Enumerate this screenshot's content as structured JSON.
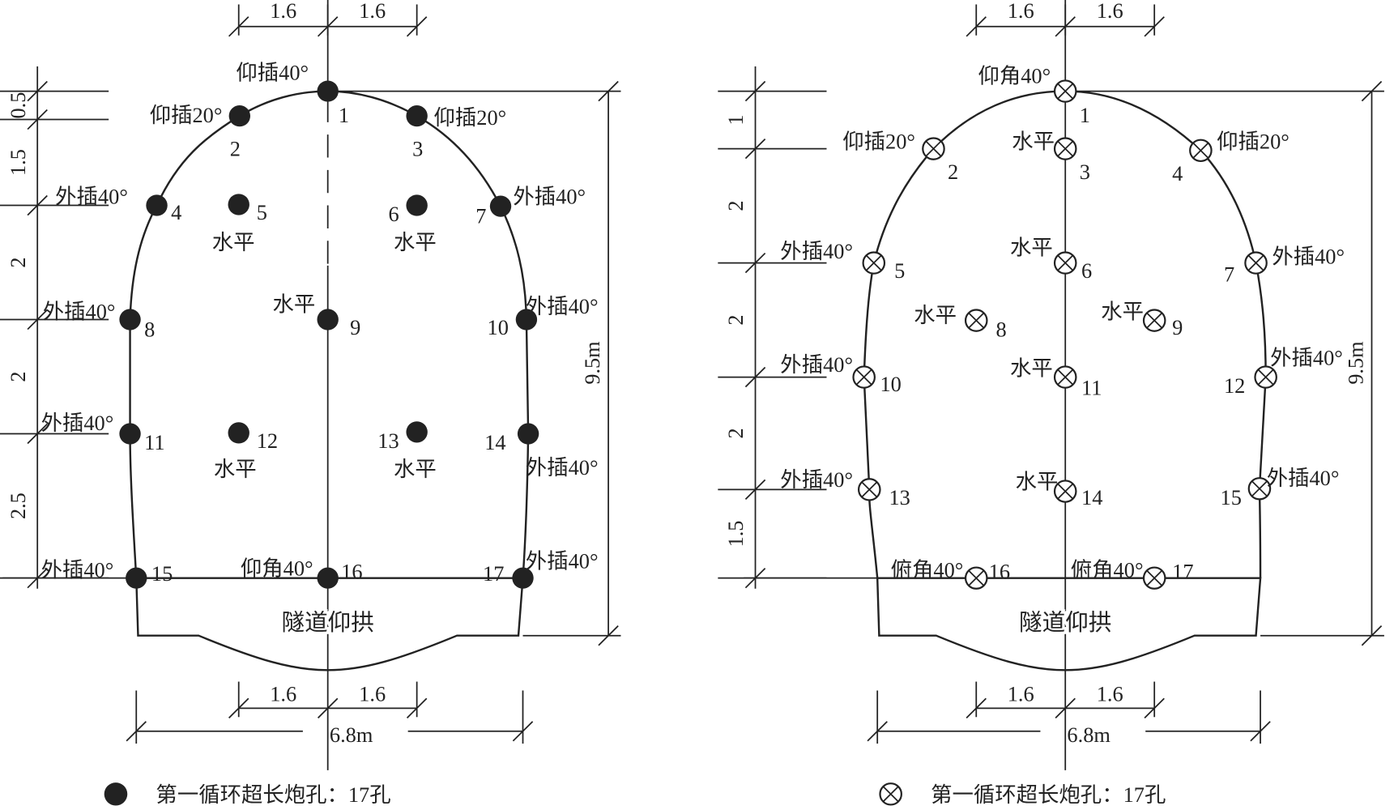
{
  "diagrams": [
    {
      "name": "left",
      "marker": "filled-circle",
      "holes": [
        {
          "n": "1",
          "label": "仰插40°"
        },
        {
          "n": "2",
          "label": "仰插20°"
        },
        {
          "n": "3",
          "label": "仰插20°"
        },
        {
          "n": "4",
          "label": "外插40°"
        },
        {
          "n": "5",
          "label": "水平"
        },
        {
          "n": "6",
          "label": "水平"
        },
        {
          "n": "7",
          "label": "外插40°"
        },
        {
          "n": "8",
          "label": "外插40°"
        },
        {
          "n": "9",
          "label": "水平"
        },
        {
          "n": "10",
          "label": "外插40°"
        },
        {
          "n": "11",
          "label": "外插40°"
        },
        {
          "n": "12",
          "label": "水平"
        },
        {
          "n": "13",
          "label": "水平"
        },
        {
          "n": "14",
          "label": "外插40°"
        },
        {
          "n": "15",
          "label": "外插40°"
        },
        {
          "n": "16",
          "label": "仰角40°"
        },
        {
          "n": "17",
          "label": "外插40°"
        }
      ],
      "vertical_dims": [
        "0.5",
        "1.5",
        "2",
        "2",
        "2.5"
      ],
      "height": "9.5m",
      "width": "6.8m",
      "spacing_top": [
        "1.6",
        "1.6"
      ],
      "spacing_bottom": [
        "1.6",
        "1.6"
      ],
      "invert_label": "隧道仰拱",
      "legend": "第一循环超长炮孔：17孔"
    },
    {
      "name": "right",
      "marker": "crossed-circle",
      "holes": [
        {
          "n": "1",
          "label": "仰角40°"
        },
        {
          "n": "2",
          "label": "仰插20°"
        },
        {
          "n": "3",
          "label": "水平"
        },
        {
          "n": "4",
          "label": "仰插20°"
        },
        {
          "n": "5",
          "label": "外插40°"
        },
        {
          "n": "6",
          "label": "水平"
        },
        {
          "n": "7",
          "label": "外插40°"
        },
        {
          "n": "8",
          "label": "水平"
        },
        {
          "n": "9",
          "label": "水平"
        },
        {
          "n": "10",
          "label": "外插40°"
        },
        {
          "n": "11",
          "label": "水平"
        },
        {
          "n": "12",
          "label": "外插40°"
        },
        {
          "n": "13",
          "label": "外插40°"
        },
        {
          "n": "14",
          "label": "水平"
        },
        {
          "n": "15",
          "label": "外插40°"
        },
        {
          "n": "16",
          "label": "俯角40°"
        },
        {
          "n": "17",
          "label": "俯角40°"
        }
      ],
      "vertical_dims": [
        "1",
        "2",
        "2",
        "2",
        "1.5"
      ],
      "height": "9.5m",
      "width": "6.8m",
      "spacing_top": [
        "1.6",
        "1.6"
      ],
      "spacing_bottom": [
        "1.6",
        "1.6"
      ],
      "invert_label": "隧道仰拱",
      "legend": "第一循环超长炮孔：17孔"
    }
  ]
}
